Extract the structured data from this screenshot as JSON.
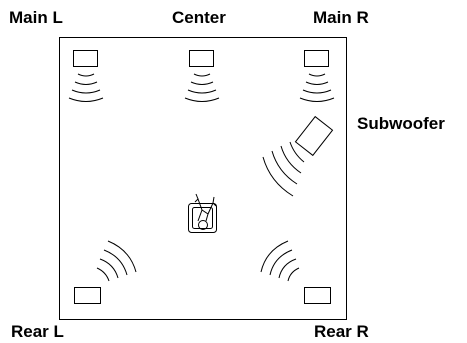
{
  "labels": {
    "main_l": "Main L",
    "center": "Center",
    "main_r": "Main R",
    "subwoofer": "Subwoofer",
    "rear_l": "Rear L",
    "rear_r": "Rear R"
  },
  "colors": {
    "line": "#000000",
    "background": "#ffffff"
  },
  "icons": {
    "speaker": "speaker-box-icon",
    "sound_waves": "sound-wave-arcs-icon",
    "listener": "listener-in-chair-icon"
  }
}
